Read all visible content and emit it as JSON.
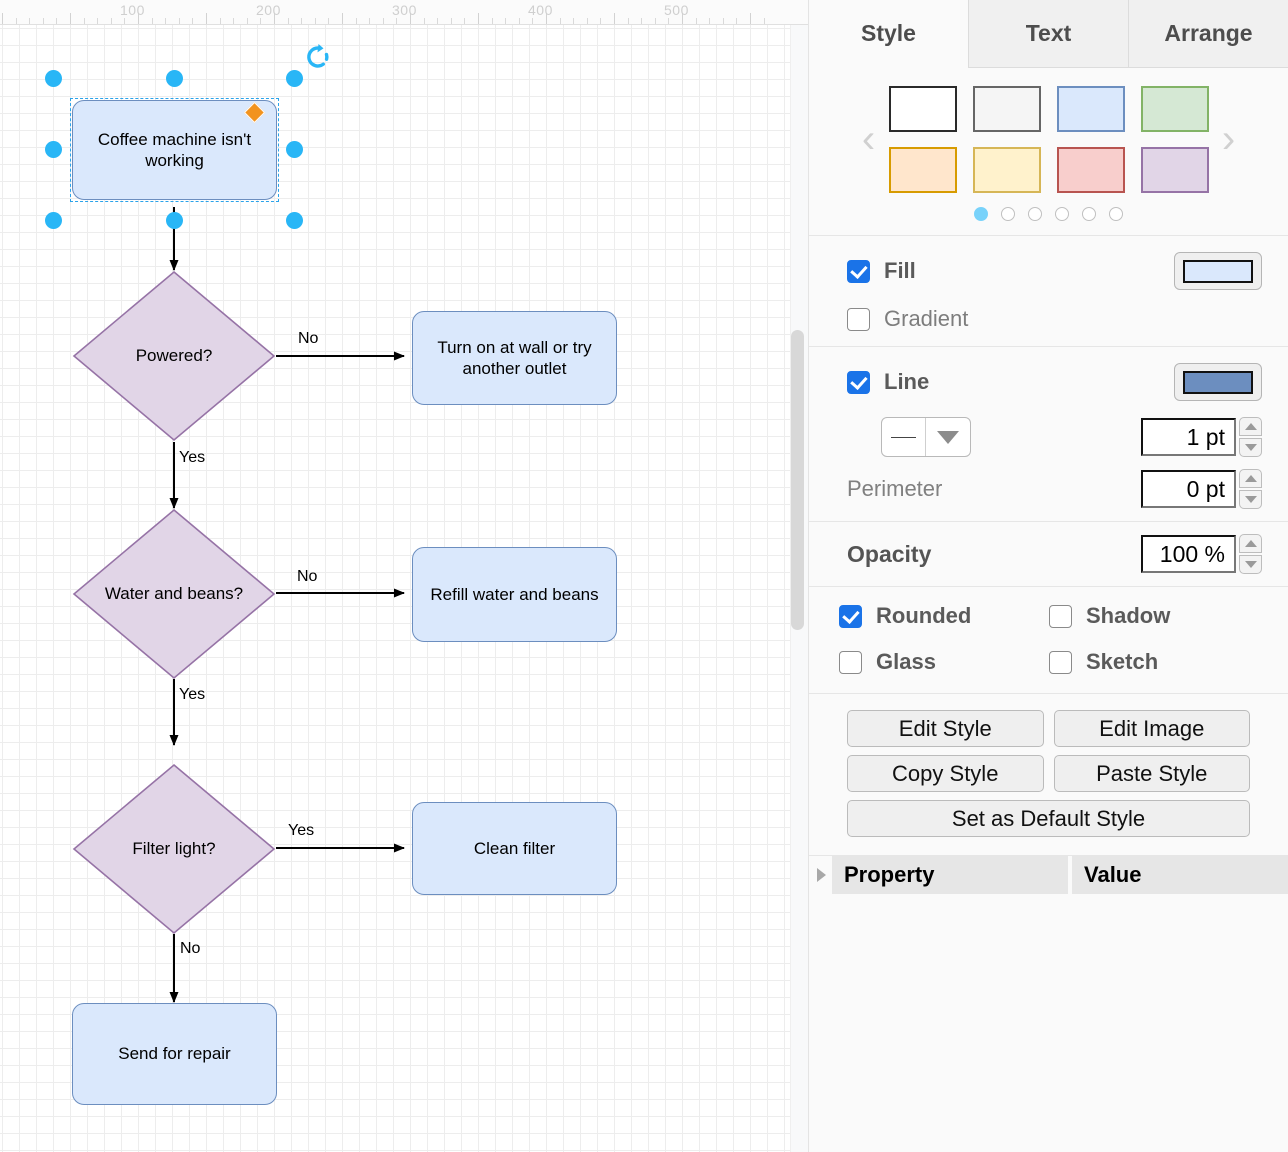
{
  "canvas": {
    "ruler": {
      "labels": [
        "100",
        "200",
        "300",
        "400",
        "500"
      ]
    },
    "nodes": [
      {
        "id": "start",
        "label": "Coffee machine isn't working",
        "shape": "box",
        "selected": true
      },
      {
        "id": "powered",
        "label": "Powered?",
        "shape": "diamond",
        "selected": false
      },
      {
        "id": "outlet",
        "label": "Turn on at wall or try another outlet",
        "shape": "box",
        "selected": false
      },
      {
        "id": "water",
        "label": "Water and beans?",
        "shape": "diamond",
        "selected": false
      },
      {
        "id": "refill",
        "label": "Refill water and beans",
        "shape": "box",
        "selected": false
      },
      {
        "id": "filter",
        "label": "Filter light?",
        "shape": "diamond",
        "selected": false
      },
      {
        "id": "clean",
        "label": "Clean filter",
        "shape": "box",
        "selected": false
      },
      {
        "id": "repair",
        "label": "Send for repair",
        "shape": "box",
        "selected": false
      }
    ],
    "edge_labels": {
      "powered_no": "No",
      "powered_yes": "Yes",
      "water_no": "No",
      "water_yes": "Yes",
      "filter_yes": "Yes",
      "filter_no": "No"
    },
    "colors": {
      "box_fill": "#dae8fc",
      "box_stroke": "#6c8ebf",
      "diamond_fill": "#e1d5e7",
      "diamond_stroke": "#9673a6",
      "selection": "#29b6f6",
      "constraint_handle": "#f2931e"
    }
  },
  "panel": {
    "tabs": [
      {
        "label": "Style",
        "active": true
      },
      {
        "label": "Text",
        "active": false
      },
      {
        "label": "Arrange",
        "active": false
      }
    ],
    "palette": {
      "prev_label": "‹",
      "next_label": "›",
      "swatches": [
        {
          "fill": "#ffffff",
          "stroke": "#2a2a2a"
        },
        {
          "fill": "#f5f5f5",
          "stroke": "#666666"
        },
        {
          "fill": "#dae8fc",
          "stroke": "#6c8ebf"
        },
        {
          "fill": "#d5e8d4",
          "stroke": "#82b366"
        },
        {
          "fill": "#ffe6cc",
          "stroke": "#d79b00"
        },
        {
          "fill": "#fff2cc",
          "stroke": "#d6b656"
        },
        {
          "fill": "#f8cecc",
          "stroke": "#b85450"
        },
        {
          "fill": "#e1d5e7",
          "stroke": "#9673a6"
        }
      ],
      "page_count": 6,
      "active_page": 0
    },
    "fill": {
      "label": "Fill",
      "checked": true,
      "color": "#dae8fc",
      "gradient_label": "Gradient",
      "gradient_checked": false
    },
    "line": {
      "label": "Line",
      "checked": true,
      "color": "#6c8ebf",
      "width_value": "1 pt",
      "perimeter_label": "Perimeter",
      "perimeter_value": "0 pt"
    },
    "opacity": {
      "label": "Opacity",
      "value": "100 %"
    },
    "toggles": [
      {
        "label": "Rounded",
        "checked": true
      },
      {
        "label": "Shadow",
        "checked": false
      },
      {
        "label": "Glass",
        "checked": false
      },
      {
        "label": "Sketch",
        "checked": false
      }
    ],
    "buttons": {
      "edit_style": "Edit Style",
      "edit_image": "Edit Image",
      "copy_style": "Copy Style",
      "paste_style": "Paste Style",
      "set_default": "Set as Default Style"
    },
    "properties": {
      "col_property": "Property",
      "col_value": "Value"
    }
  }
}
